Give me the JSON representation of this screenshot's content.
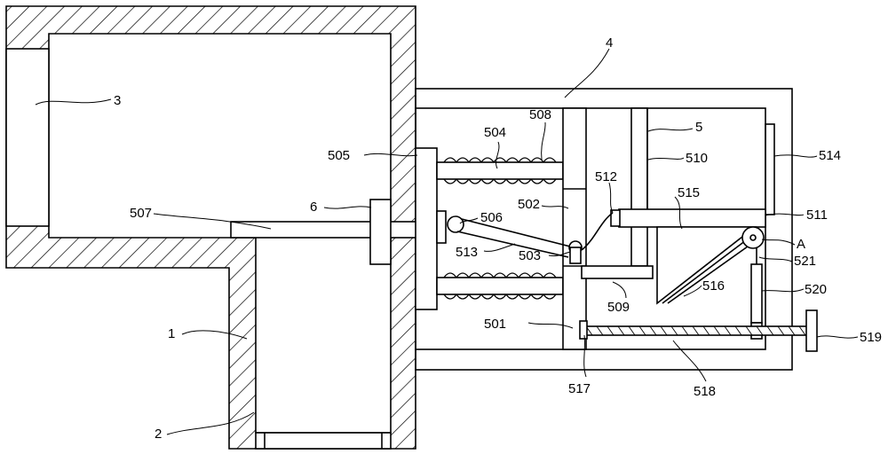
{
  "labels": {
    "l1": "1",
    "l2": "2",
    "l3": "3",
    "l4": "4",
    "l5": "5",
    "l6": "6",
    "l501": "501",
    "l502": "502",
    "l503": "503",
    "l504": "504",
    "l505": "505",
    "l506": "506",
    "l507": "507",
    "l508": "508",
    "l509": "509",
    "l510": "510",
    "l511": "511",
    "l512": "512",
    "l513": "513",
    "l514": "514",
    "l515": "515",
    "l516": "516",
    "l517": "517",
    "l518": "518",
    "l519": "519",
    "l520": "520",
    "l521": "521",
    "lA": "A"
  },
  "colors": {
    "line": "#000000",
    "background": "#ffffff"
  }
}
